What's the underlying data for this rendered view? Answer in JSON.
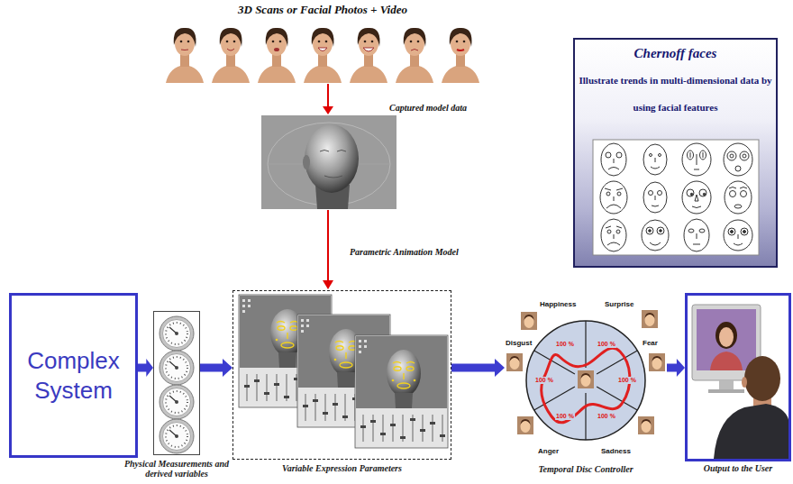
{
  "diagram": {
    "nodes": [
      {
        "text": [
          "Chernoff faces",
          "Illustrate trends in multi-dimensional data by using facial features"
        ]
      },
      {
        "text": [
          "Complex System"
        ]
      },
      {
        "text": [
          "Physical Measurements and derived variables"
        ]
      },
      {
        "text": [
          "Variable Expression Parameters"
        ]
      },
      {
        "text": [
          "Happiness",
          "Surprise",
          "Disgust",
          "Fear",
          "Anger",
          "Sadness",
          "Temporal Disc Controller"
        ]
      },
      {
        "text": [
          "Output to the User"
        ]
      }
    ],
    "edges": [
      {
        "from": 1,
        "to": 2,
        "arrow": "to"
      },
      {
        "from": 2,
        "to": 3,
        "arrow": "to"
      },
      {
        "from": 3,
        "to": 4,
        "arrow": "to"
      },
      {
        "from": 4,
        "to": 5,
        "arrow": "to"
      }
    ],
    "labels": [
      "3D Scans or Facial Photos + Video",
      "Captured model data",
      "Parametric Animation Model",
      "100 %",
      "100 %",
      "100 %",
      "100 %",
      "100 %",
      "100 %"
    ]
  }
}
